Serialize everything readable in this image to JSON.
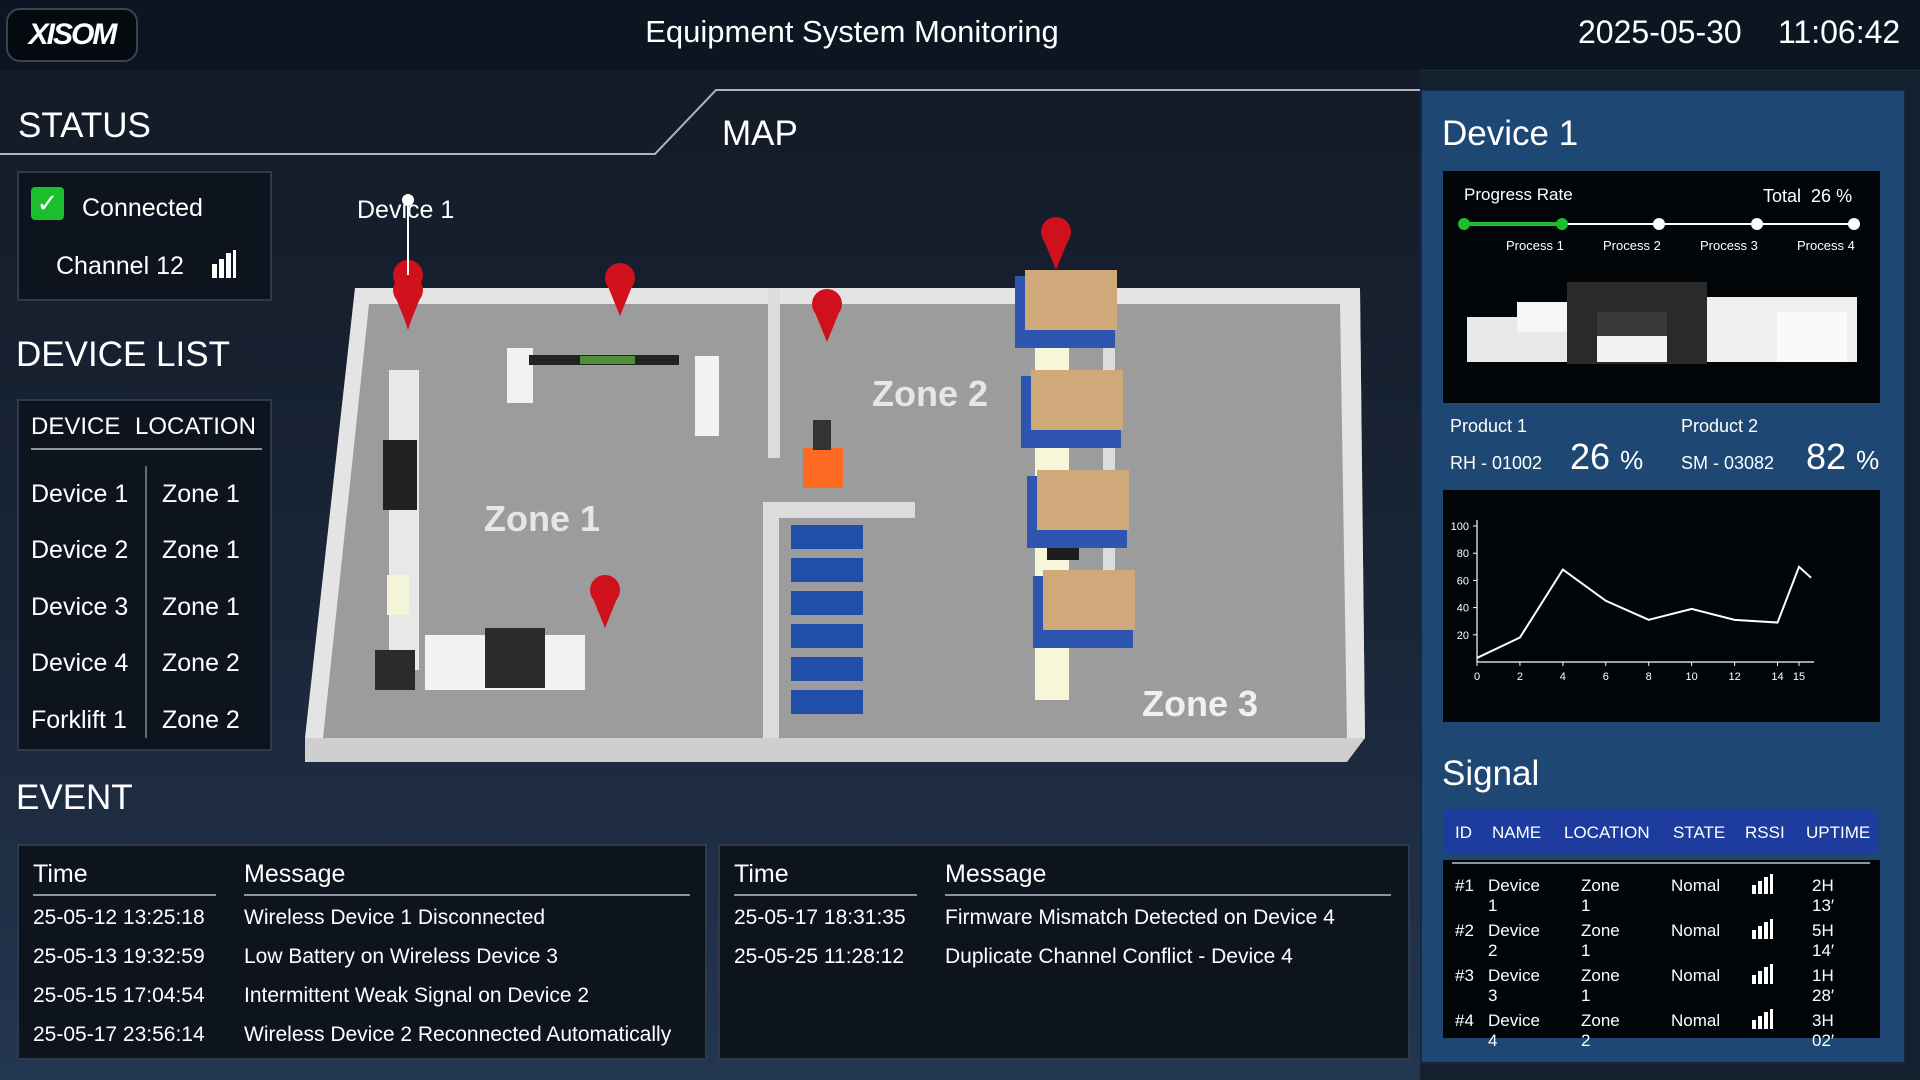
{
  "header": {
    "logo": "XISOM",
    "title": "Equipment System Monitoring",
    "date": "2025-05-30",
    "time": "11:06:42"
  },
  "status": {
    "title": "STATUS",
    "connection": "Connected",
    "channel": "Channel 12"
  },
  "map": {
    "title": "MAP",
    "device_label": "Device 1",
    "zones": [
      "Zone 1",
      "Zone 2",
      "Zone 3"
    ]
  },
  "device_list": {
    "title": "DEVICE LIST",
    "headers": [
      "DEVICE",
      "LOCATION"
    ],
    "rows": [
      [
        "Device 1",
        "Zone 1"
      ],
      [
        "Device 2",
        "Zone 1"
      ],
      [
        "Device 3",
        "Zone 1"
      ],
      [
        "Device 4",
        "Zone 2"
      ],
      [
        "Forklift 1",
        "Zone 2"
      ]
    ]
  },
  "events": {
    "title": "EVENT",
    "headers": [
      "Time",
      "Message"
    ],
    "left": [
      [
        "25-05-12 13:25:18",
        "Wireless Device 1 Disconnected"
      ],
      [
        "25-05-13 19:32:59",
        "Low Battery on Wireless Device 3"
      ],
      [
        "25-05-15 17:04:54",
        "Intermittent Weak Signal on Device 2"
      ],
      [
        "25-05-17 23:56:14",
        "Wireless Device 2 Reconnected Automatically"
      ]
    ],
    "right": [
      [
        "25-05-17 18:31:35",
        "Firmware Mismatch Detected on Device 4"
      ],
      [
        "25-05-25 11:28:12",
        "Duplicate Channel Conflict - Device 4"
      ]
    ]
  },
  "device_panel": {
    "title": "Device 1",
    "progress_label": "Progress Rate",
    "total_label": "Total",
    "total_value": "26",
    "percent": "%",
    "progress_fraction": 0.26,
    "processes": [
      "Process 1",
      "Process 2",
      "Process 3",
      "Process 4"
    ],
    "products": [
      {
        "name": "Product  1",
        "code": "RH - 01002",
        "value": "26"
      },
      {
        "name": "Product 2",
        "code": "SM - 03082",
        "value": "82"
      }
    ]
  },
  "chart_data": {
    "type": "line",
    "x": [
      0,
      2,
      4,
      6,
      8,
      10,
      12,
      14,
      15,
      16
    ],
    "y": [
      3,
      18,
      68,
      45,
      31,
      39,
      31,
      29,
      70,
      62
    ],
    "xticks": [
      "0",
      "2",
      "4",
      "6",
      "8",
      "10",
      "12",
      "14",
      "15"
    ],
    "yticks": [
      "100",
      "80",
      "60",
      "40",
      "20"
    ],
    "ylim": [
      0,
      100
    ],
    "grid": false
  },
  "signal": {
    "title": "Signal",
    "headers": [
      "ID",
      "NAME",
      "LOCATION",
      "STATE",
      "RSSI",
      "UPTIME"
    ],
    "rows": [
      [
        "#1",
        "Device 1",
        "Zone 1",
        "Nomal",
        "2H 13′"
      ],
      [
        "#2",
        "Device 2",
        "Zone 1",
        "Nomal",
        "5H 14′"
      ],
      [
        "#3",
        "Device 3",
        "Zone 1",
        "Nomal",
        "1H 28′"
      ],
      [
        "#4",
        "Device 4",
        "Zone 2",
        "Nomal",
        "3H 02′"
      ]
    ]
  },
  "colors": {
    "accent_green": "#1bbf2d",
    "pin_red": "#d0101a",
    "panel_blue": "#1e4773",
    "header_blue": "#1d3c9d"
  }
}
